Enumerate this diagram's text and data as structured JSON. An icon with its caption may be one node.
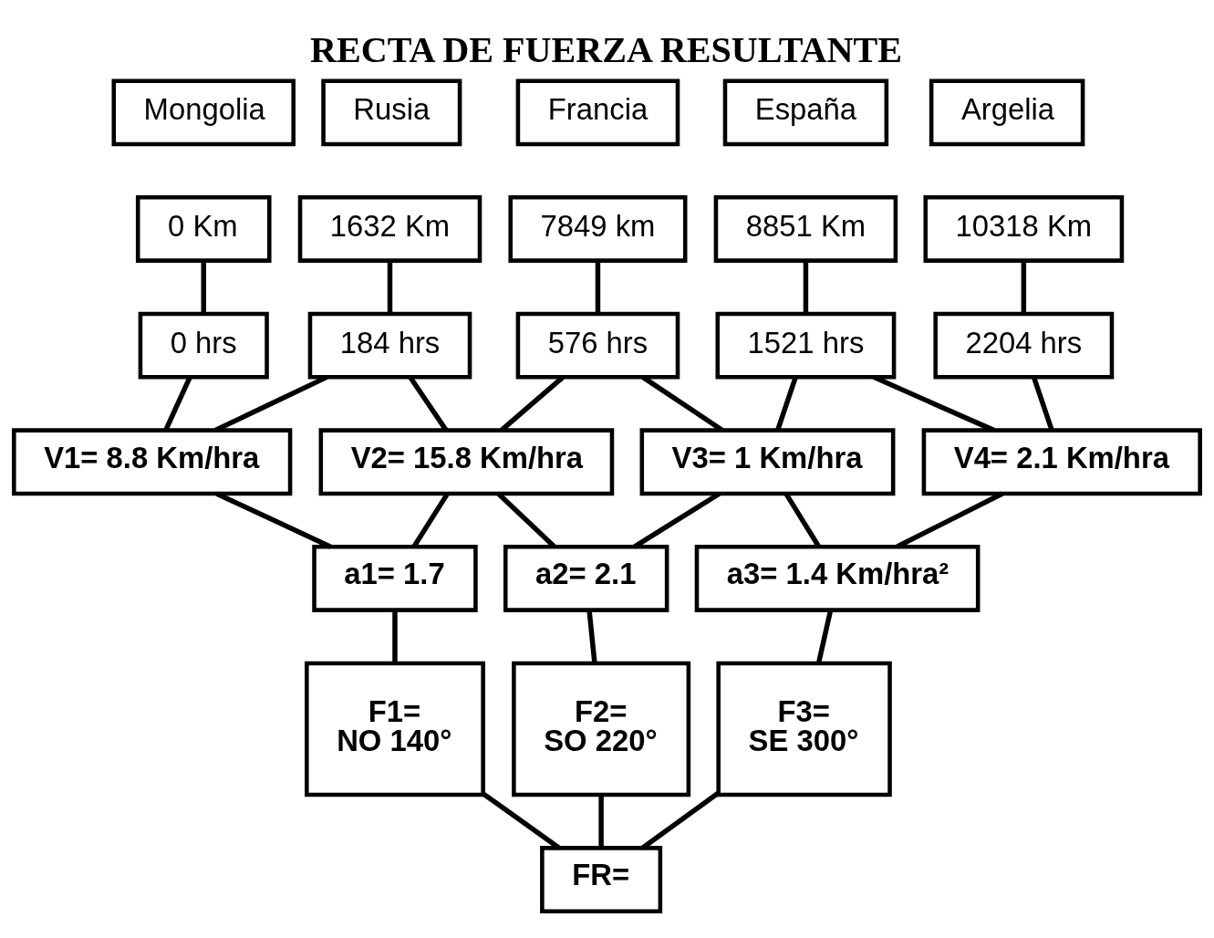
{
  "diagram": {
    "title": "RECTA DE FUERZA RESULTANTE",
    "nodes": [
      {
        "text": [
          "Mongolia"
        ]
      },
      {
        "text": [
          "Rusia"
        ]
      },
      {
        "text": [
          "Francia"
        ]
      },
      {
        "text": [
          "España"
        ]
      },
      {
        "text": [
          "Argelia"
        ]
      },
      {
        "text": [
          "0 Km"
        ]
      },
      {
        "text": [
          "1632 Km"
        ]
      },
      {
        "text": [
          "7849 km"
        ]
      },
      {
        "text": [
          "8851 Km"
        ]
      },
      {
        "text": [
          "10318 Km"
        ]
      },
      {
        "text": [
          "0 hrs"
        ]
      },
      {
        "text": [
          "184 hrs"
        ]
      },
      {
        "text": [
          "576 hrs"
        ]
      },
      {
        "text": [
          "1521 hrs"
        ]
      },
      {
        "text": [
          "2204 hrs"
        ]
      },
      {
        "text": [
          "V1= 8.8 Km/hra"
        ]
      },
      {
        "text": [
          "V2= 15.8 Km/hra"
        ]
      },
      {
        "text": [
          "V3= 1 Km/hra"
        ]
      },
      {
        "text": [
          "V4= 2.1 Km/hra"
        ]
      },
      {
        "text": [
          "a1= 1.7"
        ]
      },
      {
        "text": [
          "a2= 2.1"
        ]
      },
      {
        "text": [
          "a3= 1.4 Km/hra²"
        ]
      },
      {
        "text": [
          "F1=",
          "NO 140°"
        ]
      },
      {
        "text": [
          "F2=",
          "SO 220°"
        ]
      },
      {
        "text": [
          "F3=",
          "SE 300°"
        ]
      },
      {
        "text": [
          "FR="
        ]
      }
    ],
    "edges": [
      {
        "from": 5,
        "to": 10,
        "arrow": "none"
      },
      {
        "from": 6,
        "to": 11,
        "arrow": "none"
      },
      {
        "from": 7,
        "to": 12,
        "arrow": "none"
      },
      {
        "from": 8,
        "to": 13,
        "arrow": "none"
      },
      {
        "from": 9,
        "to": 14,
        "arrow": "none"
      },
      {
        "from": 10,
        "to": 15,
        "arrow": "none"
      },
      {
        "from": 11,
        "to": 15,
        "arrow": "none"
      },
      {
        "from": 11,
        "to": 16,
        "arrow": "none"
      },
      {
        "from": 12,
        "to": 16,
        "arrow": "none"
      },
      {
        "from": 12,
        "to": 17,
        "arrow": "none"
      },
      {
        "from": 13,
        "to": 17,
        "arrow": "none"
      },
      {
        "from": 13,
        "to": 18,
        "arrow": "none"
      },
      {
        "from": 14,
        "to": 18,
        "arrow": "none"
      },
      {
        "from": 15,
        "to": 19,
        "arrow": "none"
      },
      {
        "from": 16,
        "to": 19,
        "arrow": "none"
      },
      {
        "from": 16,
        "to": 20,
        "arrow": "none"
      },
      {
        "from": 17,
        "to": 20,
        "arrow": "none"
      },
      {
        "from": 17,
        "to": 21,
        "arrow": "none"
      },
      {
        "from": 18,
        "to": 21,
        "arrow": "none"
      },
      {
        "from": 19,
        "to": 22,
        "arrow": "none"
      },
      {
        "from": 20,
        "to": 23,
        "arrow": "none"
      },
      {
        "from": 21,
        "to": 24,
        "arrow": "none"
      },
      {
        "from": 22,
        "to": 25,
        "arrow": "none"
      },
      {
        "from": 23,
        "to": 25,
        "arrow": "none"
      },
      {
        "from": 24,
        "to": 25,
        "arrow": "none"
      }
    ]
  }
}
